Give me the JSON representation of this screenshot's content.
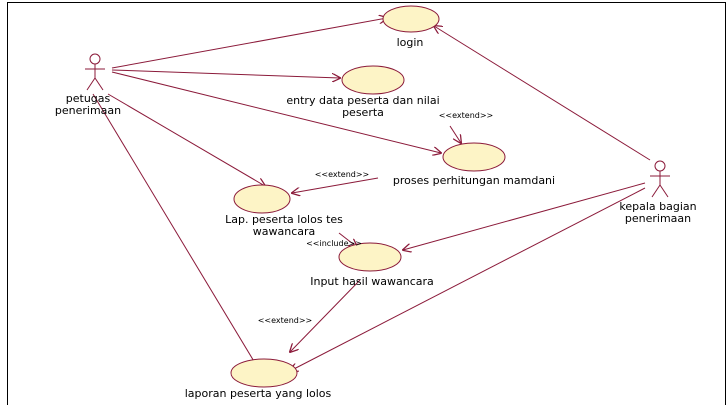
{
  "colors": {
    "line": "#8b1a3a",
    "usecase_fill": "#fdf4c6",
    "usecase_stroke": "#8b1a3a",
    "frame": "#000000",
    "text": "#000000"
  },
  "actors": {
    "petugas": {
      "line1": "petugas",
      "line2": "penerimaan"
    },
    "kepala": {
      "line1": "kepala bagian",
      "line2": "penerimaan"
    }
  },
  "usecases": {
    "login": "login",
    "entry_line1": "entry data peserta dan nilai",
    "entry_line2": "peserta",
    "proses": "proses perhitungan mamdani",
    "lap_line1": "Lap. peserta lolos tes",
    "lap_line2": "wawancara",
    "input": "Input hasil wawancara",
    "laporan": "laporan peserta yang lolos"
  },
  "stereotypes": {
    "extend_entry": "<<extend>>",
    "extend_lap": "<<extend>>",
    "include_input": "<<include>>",
    "extend_laporan": "<<extend>>"
  }
}
